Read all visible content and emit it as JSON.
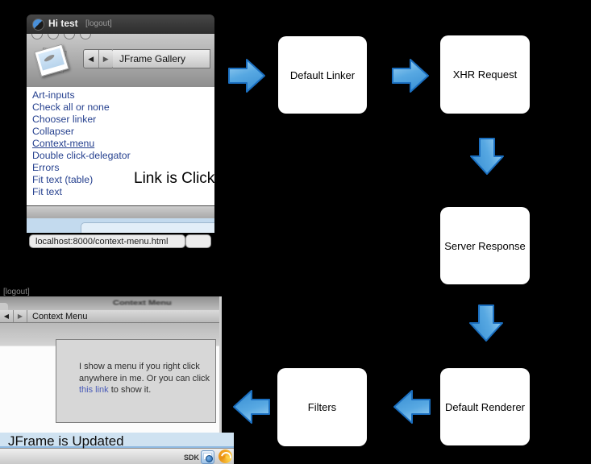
{
  "canvas": {
    "background": "#000000"
  },
  "window1": {
    "title": "Hi test",
    "logout_label": "[logout]",
    "toolbar": {
      "back_glyph": "◀",
      "forward_glyph": "▶",
      "field_text": "JFrame Gallery"
    },
    "links": [
      "Art-inputs",
      "Check all or none",
      "Chooser linker",
      "Collapser",
      "Context-menu",
      "Double click-delegator",
      "Errors",
      "Fit text (table)",
      "Fit text"
    ],
    "active_link": "Context-menu",
    "link_color": "#26418f",
    "annotation": "Link is Clicked",
    "status_url": "localhost:8000/context-menu.html"
  },
  "flow": {
    "boxes": [
      {
        "label": "Default Linker"
      },
      {
        "label": "XHR Request"
      },
      {
        "label": "Server Response"
      },
      {
        "label": "Default Renderer"
      },
      {
        "label": "Filters"
      }
    ],
    "arrow_colors": {
      "fill_light": "#a6d6f4",
      "fill_dark": "#3f94d6",
      "stroke": "#1b6fc0"
    }
  },
  "window2": {
    "logout_label": "[logout]",
    "blur_title": "Context Menu",
    "toolbar": {
      "back_glyph": "◀",
      "forward_glyph": "▶",
      "title": "Context Menu"
    },
    "body_line1": "I show a menu if you right click",
    "body_line2": "anywhere in me. Or you can click",
    "body_link": "this link",
    "body_line3_rest": " to show it.",
    "annotation": "JFrame is Updated",
    "statusbar": {
      "sdk_label": "SDK"
    }
  }
}
